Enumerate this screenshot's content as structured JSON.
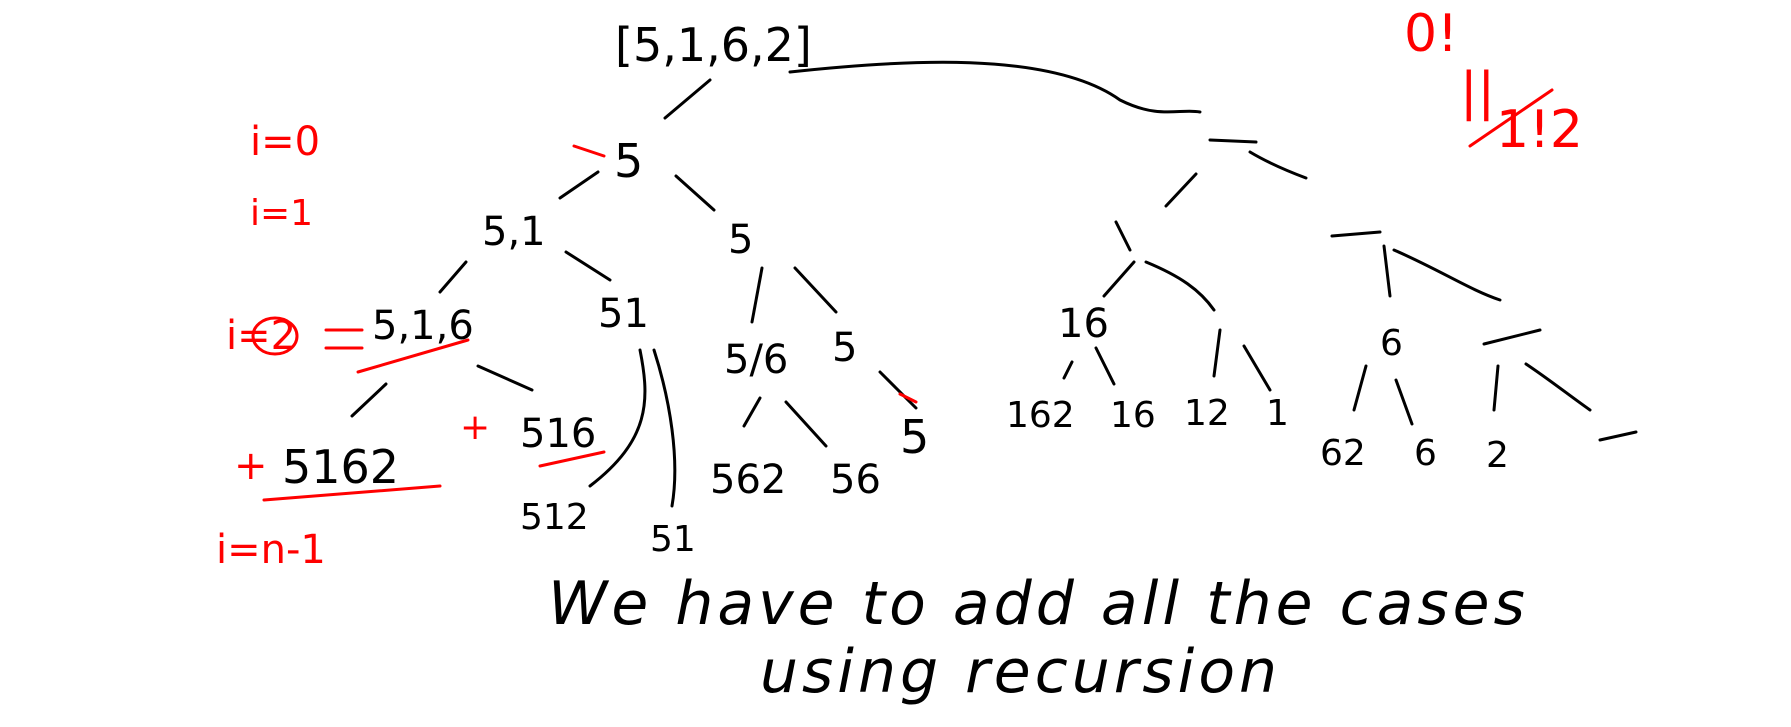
{
  "colors": {
    "ink": "#000000",
    "annotation": "#ff0000",
    "background": "#ffffff"
  },
  "tree": {
    "root": "[5,1,6,2]",
    "level1": [
      "5"
    ],
    "level2": [
      "5,1",
      "5"
    ],
    "level3": [
      "5,1,6",
      "51",
      "5/6",
      "5"
    ],
    "level4": [
      "5162",
      "516",
      "512",
      "51",
      "562",
      "56",
      "5"
    ],
    "right_subtree": {
      "branch_a": "16",
      "branch_a_children": [
        "162",
        "16",
        "12",
        "1"
      ],
      "branch_b": "6",
      "branch_b_children": [
        "62",
        "6",
        "2"
      ]
    }
  },
  "annotations": {
    "i_start": "i=0",
    "i_next": "i=1",
    "i_mid": "i=2",
    "plus_left": "+",
    "plus_right": "+",
    "i_end": "i=n-1",
    "fraction_top": "0!",
    "fraction_mid": "||",
    "fraction_bottom": "1!2"
  },
  "caption": {
    "line1": "We have to add all the cases",
    "line2": "using recursion"
  }
}
